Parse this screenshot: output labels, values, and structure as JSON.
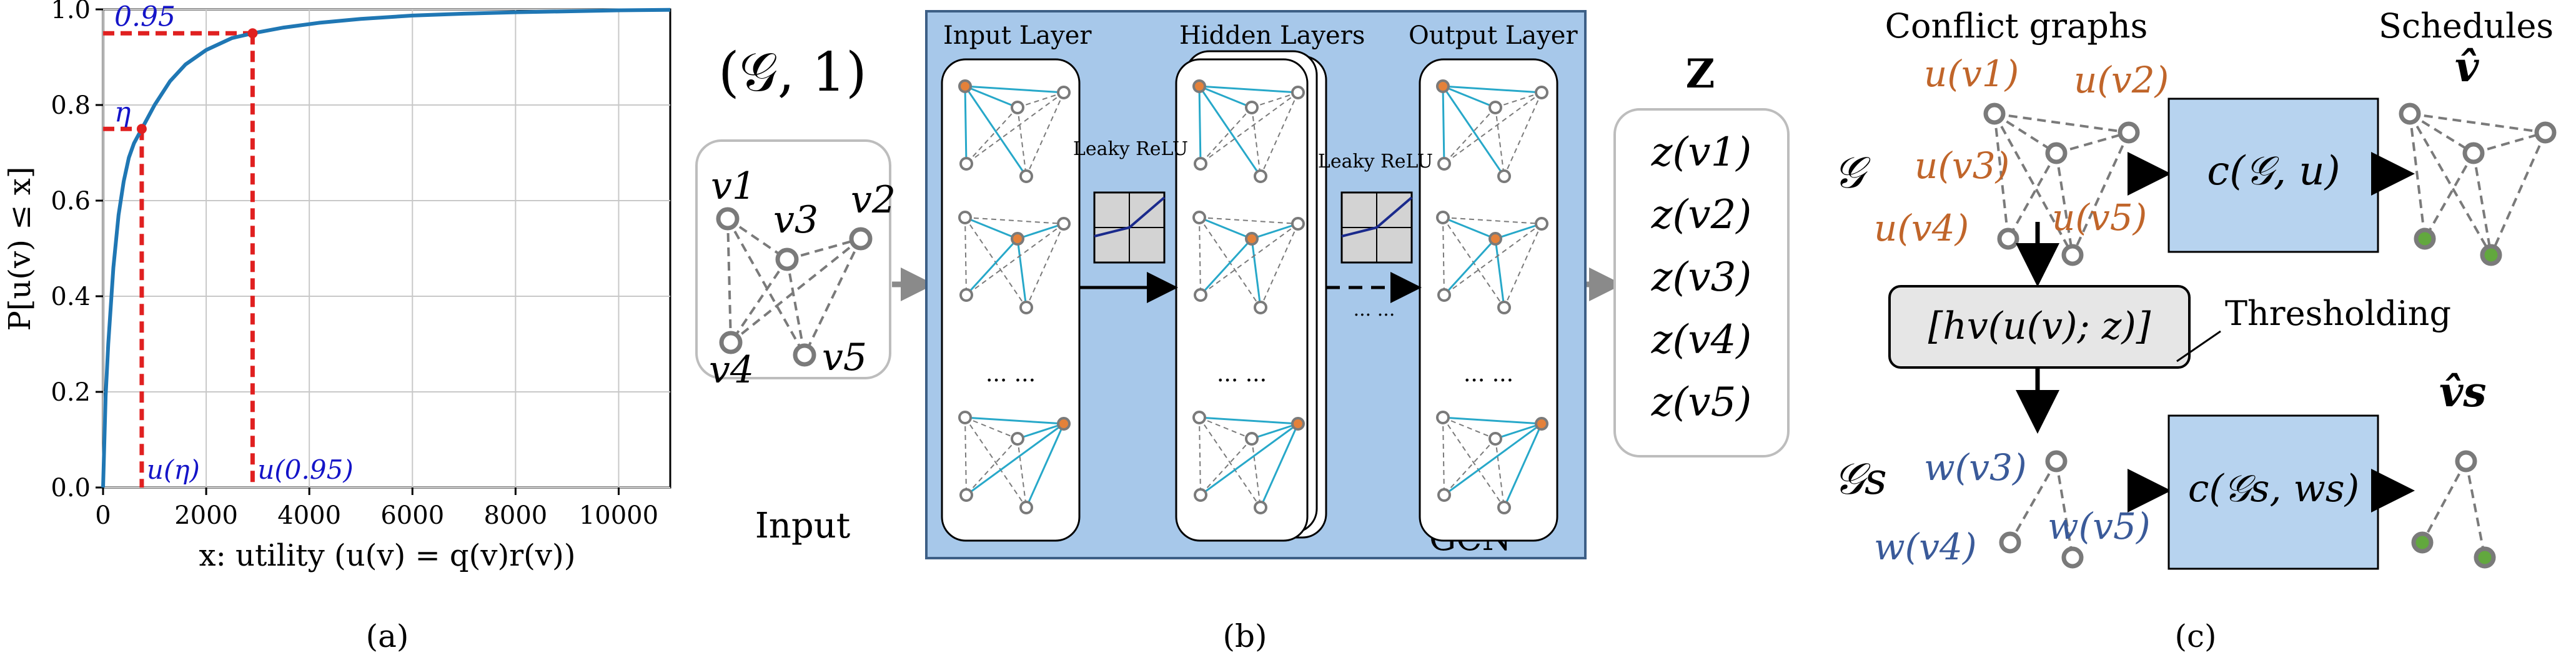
{
  "panel_a": {
    "caption": "(a)",
    "chart_data": {
      "type": "line",
      "xlabel": "x: utility (u(v) = q(v)r(v))",
      "ylabel": "P[u(v) ≤ x]",
      "xlim": [
        0,
        11000
      ],
      "ylim": [
        0,
        1.0
      ],
      "xticks": [
        0,
        2000,
        4000,
        6000,
        8000,
        10000
      ],
      "yticks": [
        0.0,
        0.2,
        0.4,
        0.6,
        0.8,
        1.0
      ],
      "xtick_labels": [
        "0",
        "2000",
        "4000",
        "6000",
        "8000",
        "10000"
      ],
      "ytick_labels": [
        "0.0",
        "0.2",
        "0.4",
        "0.6",
        "0.8",
        "1.0"
      ],
      "grid": true,
      "series": [
        {
          "color": "#1f77b4",
          "x": [
            0,
            50,
            100,
            200,
            300,
            400,
            500,
            600,
            750,
            1000,
            1300,
            1600,
            2000,
            2500,
            2900,
            3500,
            4200,
            5000,
            6000,
            7000,
            8000,
            9000,
            10000,
            11000
          ],
          "y": [
            0,
            0.19,
            0.3,
            0.46,
            0.57,
            0.64,
            0.69,
            0.72,
            0.75,
            0.8,
            0.85,
            0.885,
            0.915,
            0.94,
            0.95,
            0.962,
            0.972,
            0.98,
            0.987,
            0.991,
            0.994,
            0.996,
            0.998,
            0.999
          ]
        }
      ],
      "markers": [
        {
          "label": "η",
          "x": 750,
          "y": 0.75,
          "xlabel": "u(η)"
        },
        {
          "label": "0.95",
          "x": 2900,
          "y": 0.95,
          "xlabel": "u(0.95)"
        }
      ]
    }
  },
  "panel_b": {
    "caption": "(b)",
    "input_tuple": "(𝒢, 1)",
    "input_label": "Input",
    "node_labels": [
      "v1",
      "v2",
      "v3",
      "v4",
      "v5"
    ],
    "layers": {
      "input": "Input Layer",
      "hidden": "Hidden Layers",
      "output": "Output Layer"
    },
    "activation": "Leaky ReLU",
    "ellipsis": "... ...",
    "gcn_label": "GCN",
    "output_title": "Z",
    "outputs": [
      "z(v1)",
      "z(v2)",
      "z(v3)",
      "z(v4)",
      "z(v5)"
    ]
  },
  "panel_c": {
    "caption": "(c)",
    "title_left": "Conflict graphs",
    "title_right": "Schedules",
    "graph_label": "𝒢",
    "graph_s_label": "𝒢s",
    "u_labels": [
      "u(v1)",
      "u(v2)",
      "u(v3)",
      "u(v4)",
      "u(v5)"
    ],
    "w_labels": [
      "w(v3)",
      "w(v4)",
      "w(v5)"
    ],
    "scheduler_top": "c(𝒢, u)",
    "scheduler_bottom": "c(𝒢s, ws)",
    "threshold_expr": "[hv(u(v); z)]",
    "threshold_label": "Thresholding",
    "schedule_top": "v̂",
    "schedule_bottom": "v̂s",
    "colors": {
      "u": "#c0652a",
      "w": "#3a5a99",
      "box": "#b7d3ef",
      "node_active": "#62a83e"
    }
  },
  "colors": {
    "red_dash": "#e02020",
    "gcn_bg": "#a7c8ea",
    "edge_cyan": "#27a8c9",
    "node_orange": "#e4813a",
    "marker_blue": "#1414c8"
  }
}
